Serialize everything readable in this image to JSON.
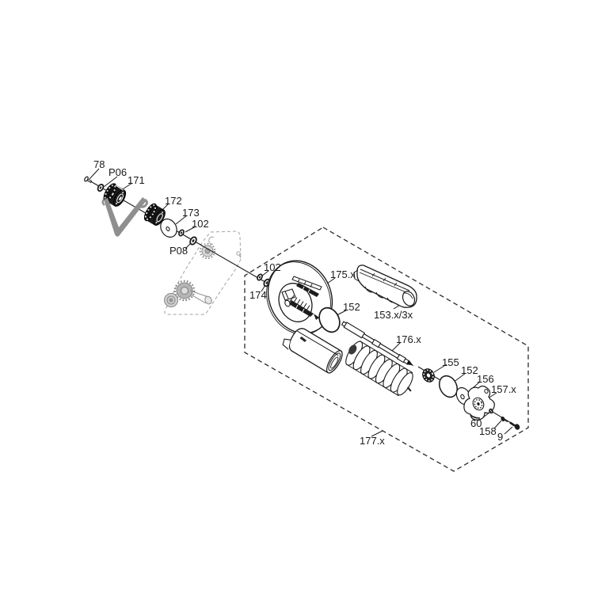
{
  "diagram": {
    "type": "exploded-parts-diagram",
    "colors": {
      "background": "#ffffff",
      "line": "#1a1a1a",
      "muted_sketch": "#a3a3a3",
      "belt": "#8f8f8f"
    },
    "labels": [
      {
        "id": "78",
        "text": "78"
      },
      {
        "id": "p06",
        "text": "P06"
      },
      {
        "id": "171",
        "text": "171"
      },
      {
        "id": "172",
        "text": "172"
      },
      {
        "id": "173",
        "text": "173"
      },
      {
        "id": "102-upper",
        "text": "102"
      },
      {
        "id": "p08",
        "text": "P08"
      },
      {
        "id": "102-inner",
        "text": "102"
      },
      {
        "id": "174",
        "text": "174"
      },
      {
        "id": "175x",
        "text": "175.x"
      },
      {
        "id": "152-left",
        "text": "152"
      },
      {
        "id": "153x-3x",
        "text": "153.x/3x"
      },
      {
        "id": "176x",
        "text": "176.x"
      },
      {
        "id": "155",
        "text": "155"
      },
      {
        "id": "152-right",
        "text": "152"
      },
      {
        "id": "156",
        "text": "156"
      },
      {
        "id": "157x",
        "text": "157.x"
      },
      {
        "id": "60",
        "text": "60"
      },
      {
        "id": "158",
        "text": "158"
      },
      {
        "id": "9",
        "text": "9"
      },
      {
        "id": "177x",
        "text": "177.x"
      }
    ]
  }
}
